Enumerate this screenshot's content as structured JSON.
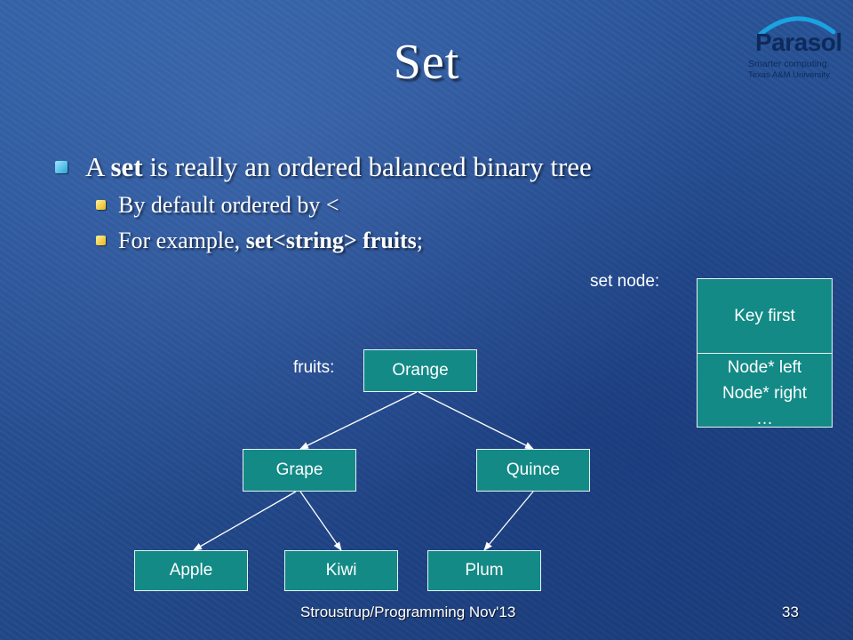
{
  "slide": {
    "title": "Set",
    "logo": {
      "name": "Parasol",
      "tagline": "Smarter computing.",
      "university": "Texas A&M University"
    },
    "bullets": {
      "main": {
        "pre": "A ",
        "bold": "set",
        "post": " is really an ordered balanced binary tree"
      },
      "sub1": {
        "text": "By default ordered by <"
      },
      "sub2": {
        "pre": "For example, ",
        "bold": "set<string> fruits",
        "post": ";"
      }
    }
  },
  "diagram": {
    "set_node_label": "set node:",
    "fruits_label": "fruits:",
    "set_node": {
      "key": "Key first",
      "left": "Node* left",
      "right": "Node* right",
      "more": "…"
    },
    "nodes": {
      "orange": "Orange",
      "grape": "Grape",
      "quince": "Quince",
      "apple": "Apple",
      "kiwi": "Kiwi",
      "plum": "Plum"
    },
    "colors": {
      "node_fill": "#138a86",
      "edge": "#ffffff",
      "background": "#264f92"
    }
  },
  "footer": {
    "text": "Stroustrup/Programming Nov'13",
    "page": "33"
  }
}
